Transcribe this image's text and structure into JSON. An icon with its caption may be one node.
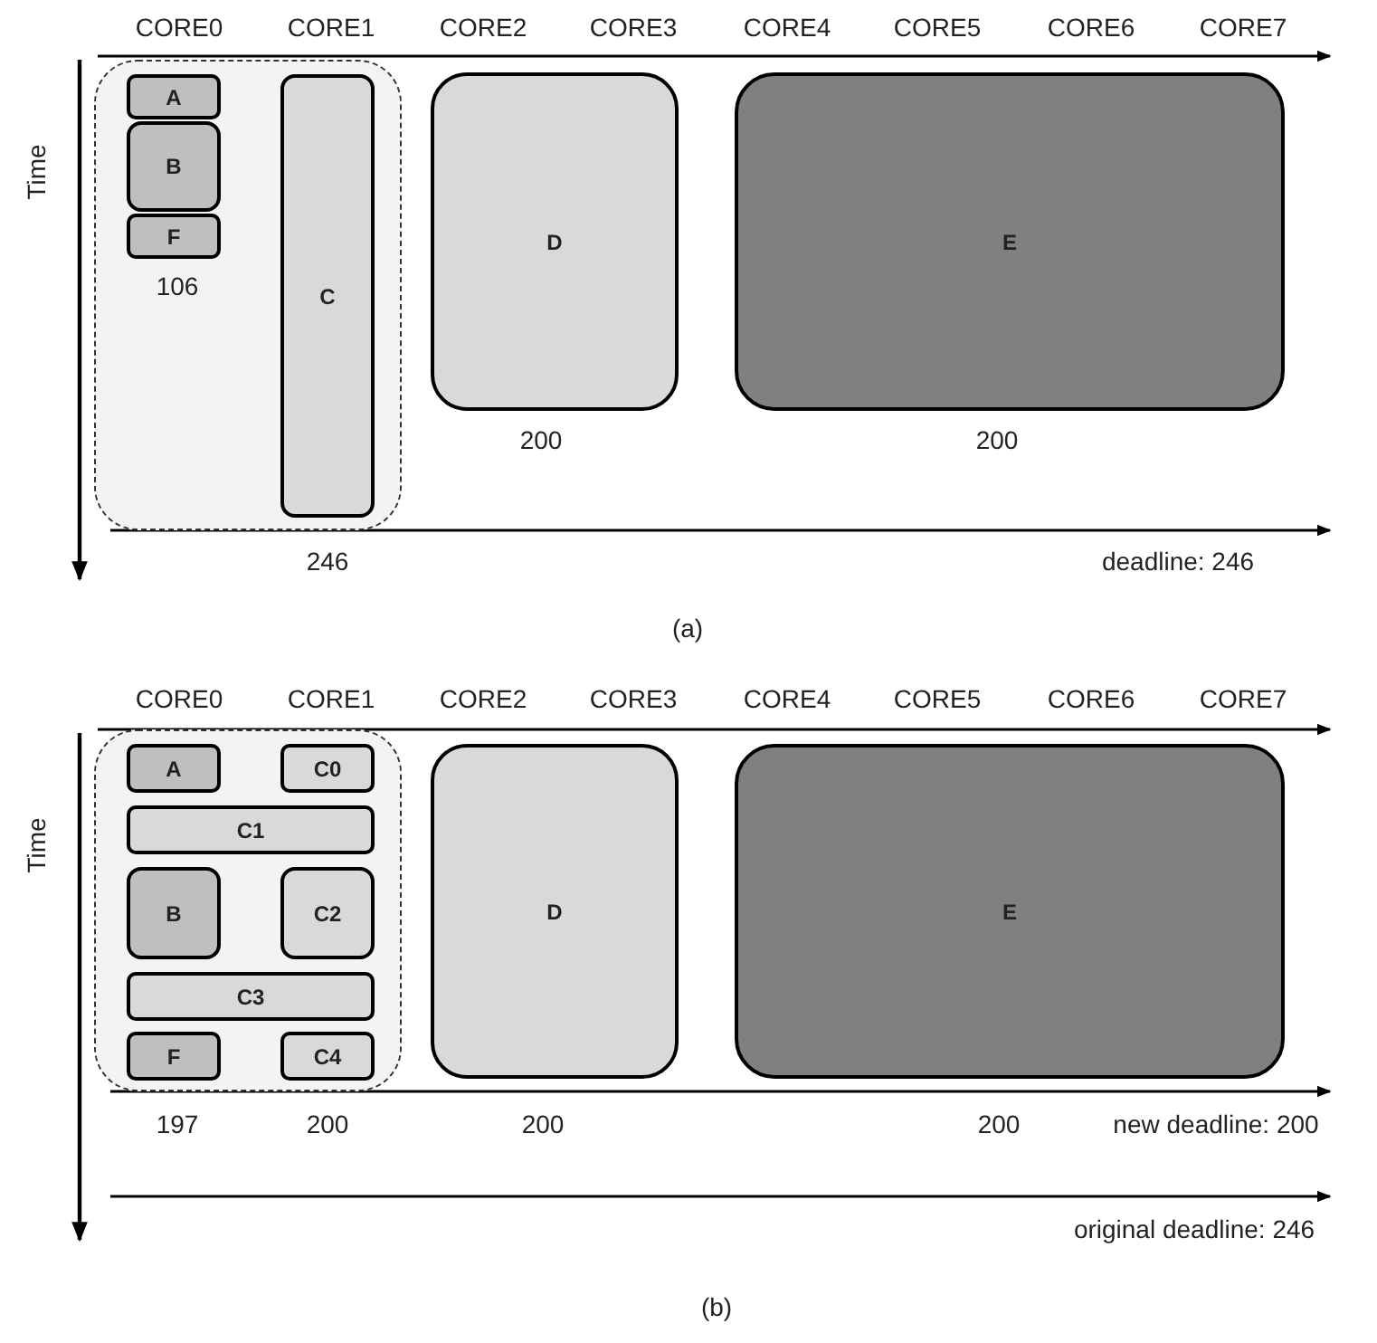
{
  "diagram": {
    "nodes": [
      {
        "text": [],
        "shape": "box"
      },
      {
        "text": [
          "A"
        ],
        "in": 0
      },
      {
        "text": [
          "B"
        ],
        "in": 0
      },
      {
        "text": [
          "F"
        ],
        "in": 0
      },
      {
        "text": [
          "C"
        ],
        "in": 0
      },
      {
        "text": [
          "D"
        ]
      },
      {
        "text": [
          "E"
        ]
      },
      {
        "text": [],
        "shape": "box"
      },
      {
        "text": [
          "A"
        ],
        "in": 7
      },
      {
        "text": [
          "C0"
        ],
        "in": 7
      },
      {
        "text": [
          "C1"
        ],
        "in": 7
      },
      {
        "text": [
          "B"
        ],
        "in": 7
      },
      {
        "text": [
          "C2"
        ],
        "in": 7
      },
      {
        "text": [
          "C3"
        ],
        "in": 7
      },
      {
        "text": [
          "F"
        ],
        "in": 7
      },
      {
        "text": [
          "C4"
        ],
        "in": 7
      },
      {
        "text": [
          "D"
        ]
      },
      {
        "text": [
          "E"
        ]
      }
    ],
    "labels": [
      "CORE0",
      "CORE1",
      "CORE2",
      "CORE3",
      "CORE4",
      "CORE5",
      "CORE6",
      "CORE7",
      "Time",
      "106",
      "200",
      "200",
      "246",
      "deadline: 246",
      "(a)",
      "CORE0",
      "CORE1",
      "CORE2",
      "CORE3",
      "CORE4",
      "CORE5",
      "CORE6",
      "CORE7",
      "Time",
      "197",
      "200",
      "200",
      "200",
      "new deadline: 200",
      "original deadline: 246",
      "(b)"
    ]
  }
}
